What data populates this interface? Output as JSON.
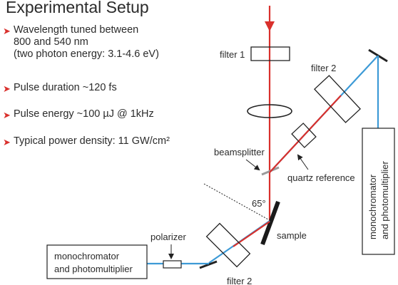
{
  "title": "Experimental Setup",
  "bullets": [
    {
      "lines": [
        "Wavelength tuned between",
        "800 and 540 nm",
        "(two photon energy: 3.1-4.6  eV)"
      ]
    },
    {
      "lines": [
        "Pulse duration ~120 fs"
      ]
    },
    {
      "lines": [
        "Pulse energy ~100 µJ @ 1kHz"
      ]
    },
    {
      "lines": [
        "Typical power density: 11 GW/cm²"
      ]
    }
  ],
  "diagram": {
    "filter1": "filter 1",
    "filter2_top": "filter 2",
    "filter2_bottom": "filter 2",
    "beamsplitter": "beamsplitter",
    "quartz_reference": "quartz reference",
    "angle": "65°",
    "sample": "sample",
    "polarizer": "polarizer",
    "mono_bottom": [
      "monochromator",
      "and photomultiplier"
    ],
    "mono_right": [
      "monochromator",
      "and photomultiplier"
    ]
  },
  "colors": {
    "red_beam": "#d9302c",
    "blue_beam": "#3d9ad6",
    "arrow": "#d9302c",
    "text": "#2b2b2b"
  }
}
